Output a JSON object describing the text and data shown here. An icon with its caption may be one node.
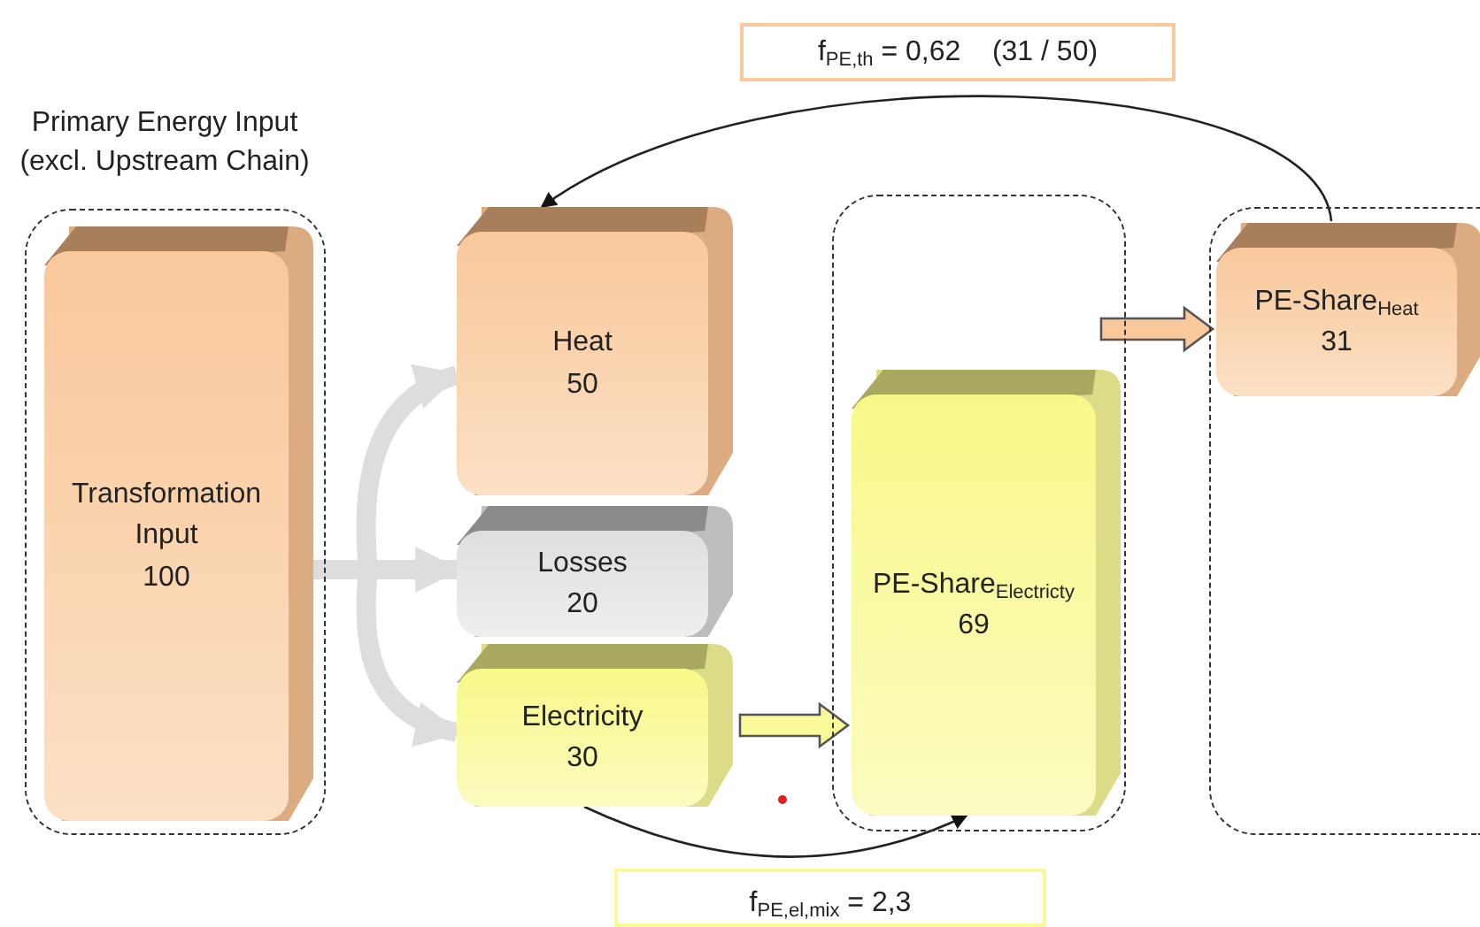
{
  "diagram": {
    "nodes": [
      {
        "text": [
          "Primary Energy Input (excl. Upstream Chain)"
        ]
      },
      {
        "text": [
          "Transformation Input",
          "100"
        ],
        "in": 0
      },
      {
        "text": [
          "Heat",
          "50"
        ]
      },
      {
        "text": [
          "Losses",
          "20"
        ]
      },
      {
        "text": [
          "Electricity",
          "30"
        ]
      },
      {
        "text": [],
        "shape": "box"
      },
      {
        "text": [
          "PE-Share$_{Electricty}$",
          "69"
        ],
        "in": 5
      },
      {
        "text": [],
        "shape": "box"
      },
      {
        "text": [
          "PE-Share$_{Heat}$",
          "31"
        ],
        "in": 7
      },
      {
        "text": [
          "f$_{PE,th}$ = 0,62    (31 / 50)"
        ]
      },
      {
        "text": [
          "f$_{PE,el,mix}$ = 2,3"
        ]
      }
    ],
    "edges": [
      {
        "from": 1,
        "to": 2,
        "arrow": "to"
      },
      {
        "from": 1,
        "to": 3,
        "arrow": "to"
      },
      {
        "from": 1,
        "to": 4,
        "arrow": "to"
      },
      {
        "from": 4,
        "to": 6,
        "arrow": "to",
        "style": "thick",
        "color": "#fafa9a"
      },
      {
        "from": 5,
        "to": 8,
        "arrow": "to",
        "style": "thick",
        "color": "#f9c89b"
      },
      {
        "from": 4,
        "to": 6,
        "arrow": "to",
        "color": "#222222"
      },
      {
        "from": 8,
        "to": 2,
        "arrow": "to",
        "color": "#222222"
      }
    ]
  }
}
